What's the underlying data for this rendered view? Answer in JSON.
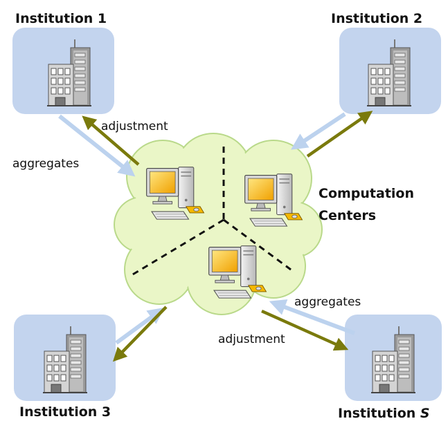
{
  "institutions": [
    {
      "label": "Institution 1"
    },
    {
      "label": "Institution 2"
    },
    {
      "label": "Institution 3"
    },
    {
      "label": "Institution ",
      "label_italic": "S"
    }
  ],
  "center": {
    "line1": "Computation",
    "line2": "Centers"
  },
  "flows": {
    "aggregates_top": "aggregates",
    "adjustment_top": "adjustment",
    "aggregates_bottom": "aggregates",
    "adjustment_bottom": "adjustment"
  },
  "colors": {
    "building_bg": "#c3d4ee",
    "cloud_fill": "#eaf6c7",
    "cloud_stroke": "#b9d98a",
    "aggregate_arrow": "#bcd2ee",
    "adjustment_arrow": "#7a7a0c"
  },
  "icons": [
    "building-icon",
    "computer-icon"
  ]
}
